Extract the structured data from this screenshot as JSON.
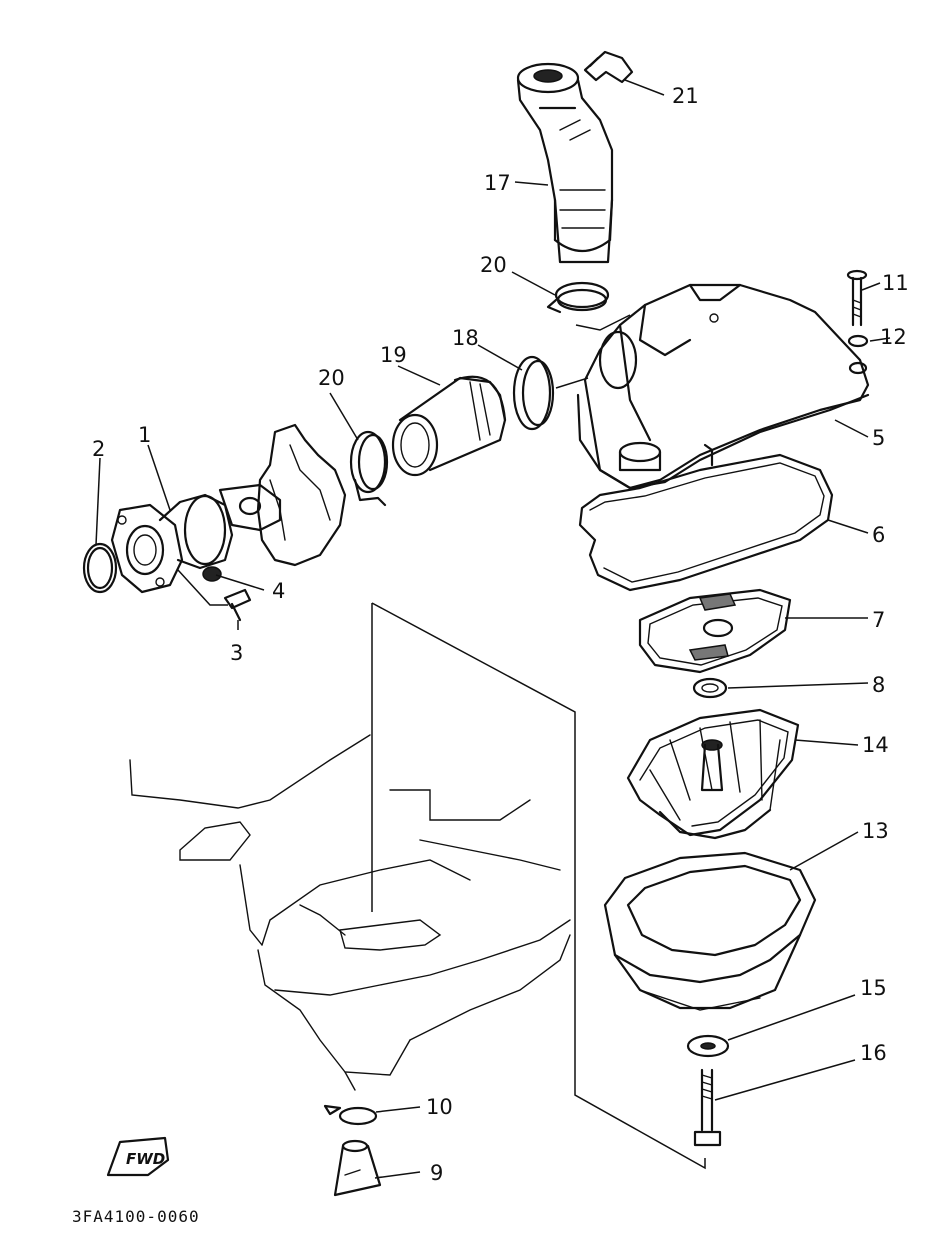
{
  "diagram": {
    "part_code": "3FA4100-0060",
    "direction_label": "FWD",
    "callouts": [
      {
        "id": "c1",
        "label": "1"
      },
      {
        "id": "c2",
        "label": "2"
      },
      {
        "id": "c3",
        "label": "3"
      },
      {
        "id": "c4",
        "label": "4"
      },
      {
        "id": "c5",
        "label": "5"
      },
      {
        "id": "c6",
        "label": "6"
      },
      {
        "id": "c7",
        "label": "7"
      },
      {
        "id": "c8",
        "label": "8"
      },
      {
        "id": "c9",
        "label": "9"
      },
      {
        "id": "c10",
        "label": "10"
      },
      {
        "id": "c11",
        "label": "11"
      },
      {
        "id": "c12",
        "label": "12"
      },
      {
        "id": "c13",
        "label": "13"
      },
      {
        "id": "c14",
        "label": "14"
      },
      {
        "id": "c15",
        "label": "15"
      },
      {
        "id": "c16",
        "label": "16"
      },
      {
        "id": "c17",
        "label": "17"
      },
      {
        "id": "c18",
        "label": "18"
      },
      {
        "id": "c19",
        "label": "19"
      },
      {
        "id": "c20a",
        "label": "20"
      },
      {
        "id": "c20b",
        "label": "20"
      },
      {
        "id": "c21",
        "label": "21"
      }
    ]
  }
}
